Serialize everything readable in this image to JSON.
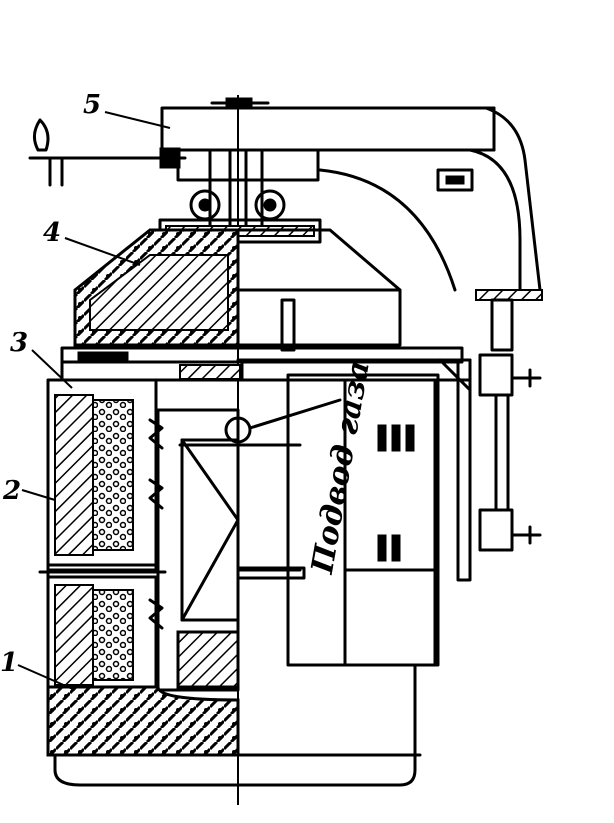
{
  "callouts": [
    {
      "id": "1",
      "label": "1"
    },
    {
      "id": "2",
      "label": "2"
    },
    {
      "id": "3",
      "label": "3"
    },
    {
      "id": "4",
      "label": "4"
    },
    {
      "id": "5",
      "label": "5"
    }
  ],
  "gas_inlet_label": "Подвод газа"
}
